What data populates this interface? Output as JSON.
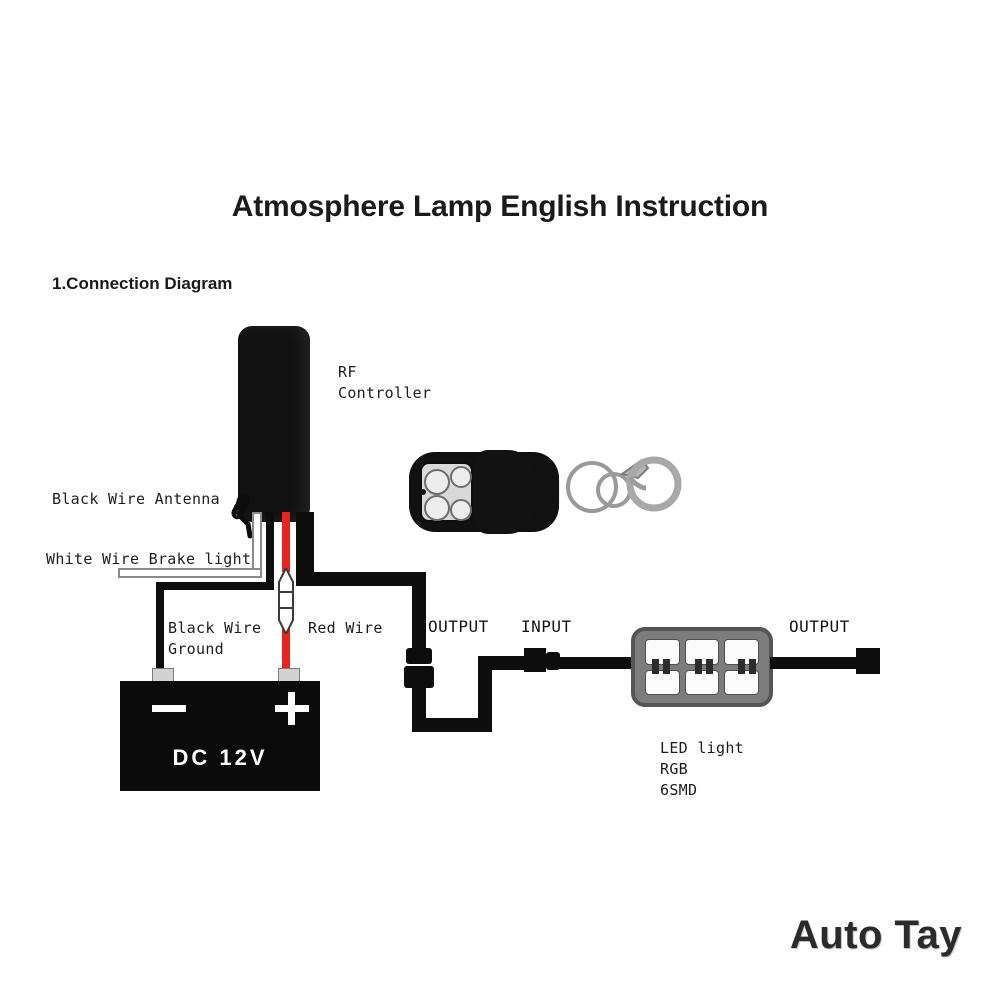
{
  "document": {
    "title": "Atmosphere Lamp English Instruction",
    "section_heading": "1.Connection Diagram",
    "watermark": "Auto Tay",
    "background_color": "#ffffff"
  },
  "colors": {
    "wire_black": "#0d0d0d",
    "wire_red": "#e8241f",
    "wire_white": "#ffffff",
    "wire_white_outline": "#8a8a8a",
    "led_module_body": "#7c7c7c",
    "battery_body": "#0b0b0b",
    "text": "#1a1a1a"
  },
  "diagram": {
    "labels": {
      "rf_controller": "RF\nController",
      "black_wire_antenna": "Black Wire Antenna",
      "white_wire_brake_light": "White Wire Brake light",
      "black_wire_ground": "Black Wire\nGround",
      "red_wire": "Red Wire",
      "output_left": "OUTPUT",
      "input": "INPUT",
      "output_right": "OUTPUT",
      "led_light": "LED light\nRGB\n6SMD"
    },
    "battery": {
      "negative_terminal": "−",
      "positive_terminal": "+",
      "rating": "DC  12V"
    },
    "components": [
      {
        "name": "rf-controller",
        "type": "module",
        "label": "RF Controller"
      },
      {
        "name": "remote-fob",
        "type": "remote",
        "buttons": 4
      },
      {
        "name": "battery",
        "type": "power-source",
        "label": "DC 12V"
      },
      {
        "name": "inline-fuse",
        "type": "fuse"
      },
      {
        "name": "led-light-module",
        "type": "led",
        "label": "LED light RGB 6SMD",
        "led_count": 6
      }
    ]
  }
}
